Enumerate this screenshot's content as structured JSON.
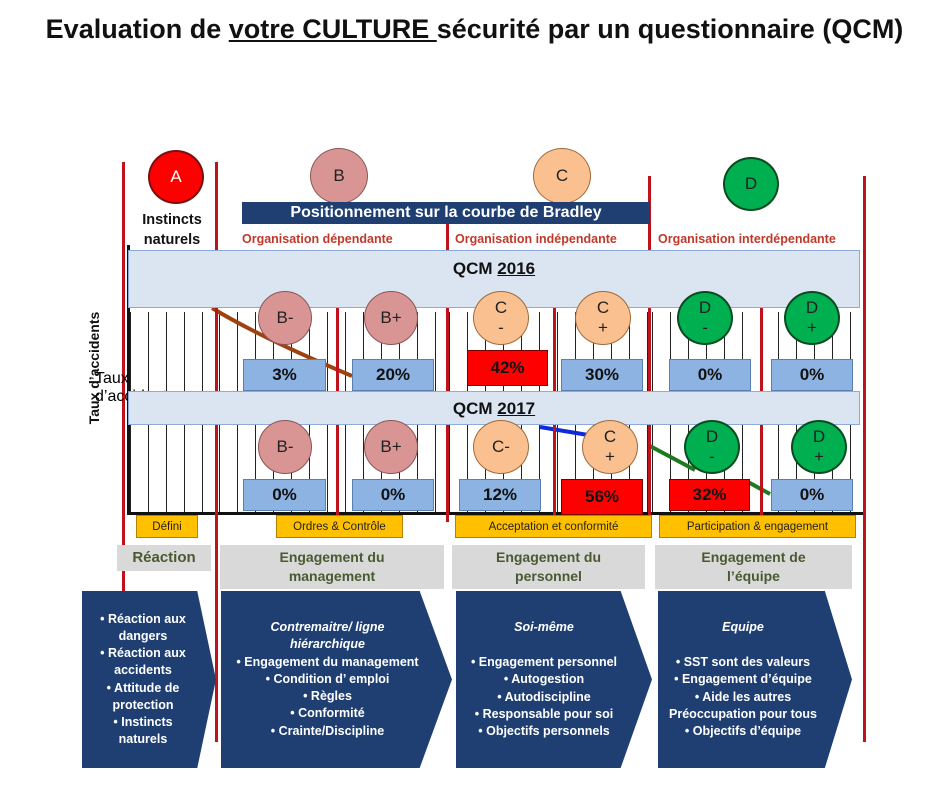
{
  "title": {
    "prefix": "Evaluation de ",
    "underlined": "votre CULTURE ",
    "suffix": "sécurité par un questionnaire (QCM)"
  },
  "stage_letters": [
    "A",
    "B",
    "C",
    "D"
  ],
  "reaction_label": "Instincts naturels",
  "bradley_banner": "Positionnement sur la courbe de Bradley",
  "organisations": [
    "Organisation dépendante",
    "Organisation indépendante",
    "Organisation interdépendante"
  ],
  "y_axis_label": "Taux d’accidents",
  "qcm_2016": {
    "label": "QCM ",
    "year": "2016",
    "sub_levels": [
      "B-",
      "B+",
      "C -",
      "C +",
      "D -",
      "D +"
    ],
    "percentages": [
      "3%",
      "20%",
      "42%",
      "30%",
      "0%",
      "0%"
    ]
  },
  "qcm_2017": {
    "label": "QCM ",
    "year": "2017",
    "sub_levels": [
      "B-",
      "B+",
      "C-",
      "C +",
      "D -",
      "D +"
    ],
    "percentages": [
      "0%",
      "0%",
      "12%",
      "56%",
      "32%",
      "0%"
    ]
  },
  "phase_tags": [
    "Défini",
    "Ordres & Contrôle",
    "Acceptation et conformité",
    "Participation & engagement"
  ],
  "engagement_labels": [
    "Réaction",
    "Engagement du management",
    "Engagement du personnel",
    "Engagement de l’équipe"
  ],
  "arrows": [
    {
      "heading": "",
      "items": [
        "• Réaction aux dangers",
        "• Réaction aux accidents",
        "• Attitude de protection",
        "• Instincts naturels"
      ]
    },
    {
      "heading": "Contremaitre/ ligne hiérarchique",
      "items": [
        "• Engagement du management",
        "• Condition d’ emploi",
        "• Règles",
        "• Conformité",
        "• Crainte/Discipline"
      ]
    },
    {
      "heading": "Soi-même",
      "items": [
        "• Engagement personnel",
        "• Autogestion",
        "• Autodiscipline",
        "• Responsable pour soi",
        "• Objectifs personnels"
      ]
    },
    {
      "heading": "Equipe",
      "items": [
        "• SST sont des valeurs",
        "• Engagement d’équipe",
        "• Aide les autres",
        "Préoccupation pour tous",
        "• Objectifs d’équipe"
      ]
    }
  ],
  "colors": {
    "A": "#ff0000",
    "B": "#d99594",
    "C": "#fac090",
    "D": "#00b050",
    "low_box": "#8db3e2",
    "high_box": "#ff0000",
    "arrow": "#1f3f73",
    "tag": "#ffc000",
    "banner": "#1f3f73",
    "band": "#dbe5f1"
  }
}
